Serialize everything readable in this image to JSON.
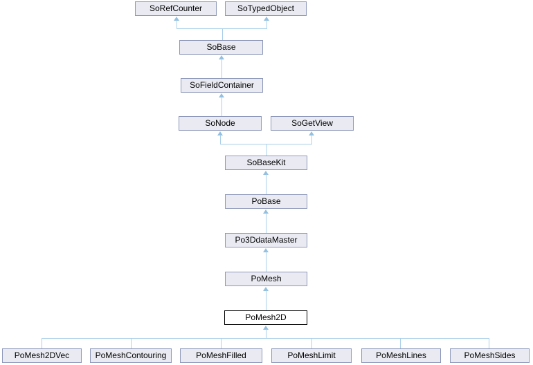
{
  "graph": {
    "type": "class-inheritance-diagram",
    "colors": {
      "node_fill": "#e9eaf2",
      "node_border": "#8d97b8",
      "current_node_fill": "#ffffff",
      "current_node_border": "#000000",
      "edge_line": "#a9cfe9",
      "edge_arrowhead": "#93c0e0",
      "background": "#ffffff",
      "text": "#000000"
    },
    "current_node": "PoMesh2D",
    "nodes": [
      {
        "label": "SoRefCounter"
      },
      {
        "label": "SoTypedObject"
      },
      {
        "label": "SoBase"
      },
      {
        "label": "SoFieldContainer"
      },
      {
        "label": "SoNode"
      },
      {
        "label": "SoGetView"
      },
      {
        "label": "SoBaseKit"
      },
      {
        "label": "PoBase"
      },
      {
        "label": "Po3DdataMaster"
      },
      {
        "label": "PoMesh"
      },
      {
        "label": "PoMesh2D"
      },
      {
        "label": "PoMesh2DVec"
      },
      {
        "label": "PoMeshContouring"
      },
      {
        "label": "PoMeshFilled"
      },
      {
        "label": "PoMeshLimit"
      },
      {
        "label": "PoMeshLines"
      },
      {
        "label": "PoMeshSides"
      }
    ],
    "edges": [
      {
        "derived": "SoBase",
        "base": "SoRefCounter"
      },
      {
        "derived": "SoBase",
        "base": "SoTypedObject"
      },
      {
        "derived": "SoFieldContainer",
        "base": "SoBase"
      },
      {
        "derived": "SoNode",
        "base": "SoFieldContainer"
      },
      {
        "derived": "SoBaseKit",
        "base": "SoNode"
      },
      {
        "derived": "SoBaseKit",
        "base": "SoGetView"
      },
      {
        "derived": "PoBase",
        "base": "SoBaseKit"
      },
      {
        "derived": "Po3DdataMaster",
        "base": "PoBase"
      },
      {
        "derived": "PoMesh",
        "base": "Po3DdataMaster"
      },
      {
        "derived": "PoMesh2D",
        "base": "PoMesh"
      },
      {
        "derived": "PoMesh2DVec",
        "base": "PoMesh2D"
      },
      {
        "derived": "PoMeshContouring",
        "base": "PoMesh2D"
      },
      {
        "derived": "PoMeshFilled",
        "base": "PoMesh2D"
      },
      {
        "derived": "PoMeshLimit",
        "base": "PoMesh2D"
      },
      {
        "derived": "PoMeshLines",
        "base": "PoMesh2D"
      },
      {
        "derived": "PoMeshSides",
        "base": "PoMesh2D"
      }
    ]
  }
}
